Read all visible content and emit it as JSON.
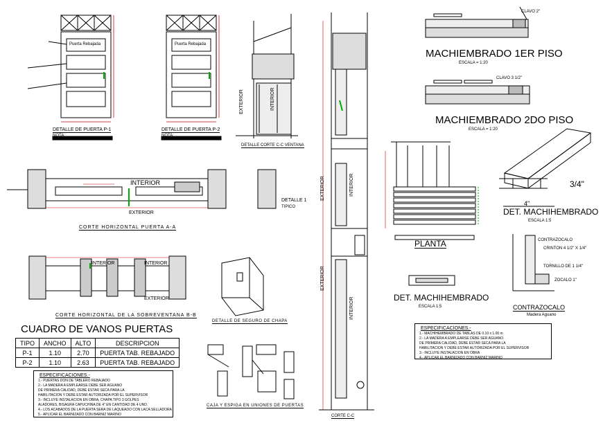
{
  "door_p1": {
    "label": "DETALLE DE PUERTA P-1",
    "note": "NOTA:",
    "panel_text": "Puerta Rebajada"
  },
  "door_p2": {
    "label": "DETALLE DE PUERTA P-2",
    "note": "NOTA:",
    "panel_text": "Puerta Rebajada"
  },
  "section_cc_window": {
    "exterior": "EXTERIOR",
    "interior": "INTERIOR",
    "label": "DETALLE CORTE C-C VENTANA"
  },
  "corte_cc": {
    "exterior_top": "EXTERIOR",
    "exterior_bottom": "EXTERIOR",
    "interior_top": "INTERIOR",
    "interior_bottom": "INTERIOR",
    "label": "CORTE C-C"
  },
  "corte_aa": {
    "interior": "INTERIOR",
    "exterior": "EXTERIOR",
    "label": "CORTE HORIZONTAL PUERTA A-A",
    "detail": "DETALLE 1",
    "detail_sub": "TIPICO"
  },
  "corte_bb": {
    "interior_left": "INTERIOR",
    "interior_right": "INTERIOR",
    "exterior": "EXTERIOR",
    "label": "CORTE HORIZONTAL DE LA SOBREVENTANA B-B"
  },
  "seguro": {
    "label": "DETALLE DE SEGURO DE CHAPA"
  },
  "caja": {
    "label": "CAJA Y ESPIGA EN UNIONES DE PUERTAS"
  },
  "mach1": {
    "title": "MACHIEMBRADO 1ER PISO",
    "scale": "ESCALA = 1:20",
    "callout": "CLAVO 2\""
  },
  "mach2": {
    "title": "MACHIEMBRADO 2DO PISO",
    "scale": "ESCALA = 1:20",
    "callout": "CLAVO 3 1/2\""
  },
  "det_mach": {
    "title": "DET. MACHIHEMBRADO",
    "scale": "ESCALA 1:5",
    "dim_thick": "3/4\"",
    "dim_width": "4\""
  },
  "planta": {
    "title": "PLANTA"
  },
  "det_mach2": {
    "title": "DET. MACHIHEMBRADO",
    "scale": "ESCALA 1:5"
  },
  "contrazocalo": {
    "title": "CONTRAZOCALO",
    "sub": "Madera Aguano",
    "label": "CONTRAZOCALO",
    "note1": "CRINTON 4 1/2\" X 1/4\"",
    "note2": "TORNILLO DE 1 1/4\"",
    "note3": "ZOCALO 1\""
  },
  "vanos_table": {
    "title": "CUADRO DE VANOS PUERTAS",
    "headers": [
      "TIPO",
      "ANCHO",
      "ALTO",
      "DESCRIPCION"
    ],
    "rows": [
      [
        "P-1",
        "1.10",
        "2.70",
        "PUERTA TAB. REBAJADO"
      ],
      [
        "P-2",
        "1.10",
        "2.63",
        "PUERTA TAB. REBAJADO"
      ]
    ]
  },
  "spec_left": {
    "title": "ESPECIFICACIONES.-",
    "lines": [
      "1.- PUERTAS DON DE TABLERO REBAJADO",
      "2.- LA MADERA A EMPLEARSE DEBE SER AGUANO",
      "     DE PRIMERA CALIDAD, DEBE ESTAR SECA PARA LA",
      "     HABILITACION Y DEBE ESTAR AUTORIZADA POR EL SUPERVISOR",
      "3.- INCLUYE INSTALACION EN OBRA, CHAPA TIPO 3 GOLPES",
      "     ALADORES, BISAGRA CAPUCHINA DE 4\" EN CANTIDAD DE 4 UND.",
      "4.- LOS ACABADOS DE LA PUERTA SERA DE LAQUEADO CON LACA SELLADORA",
      "5.- APLICAR EL BARNIZADO CON BARNIZ MARINO"
    ]
  },
  "spec_right": {
    "title": "ESPECIFICACIONES.-",
    "lines": [
      "1.- MACHIHEMBRADO DE TABLAS DE 0.10 x 1.00 m",
      "2.- LA MADERA A EMPLEARSE DEBE SER AGUANO",
      "     DE PRIMERA CALIDAD, DEBE ESTAR SECA PARA LA",
      "     HABILITACION Y DEBE ESTAR AUTORIZADA POR EL SUPERVISOR",
      "3.- INCLUYE INSTALACION EN OBRA",
      "4.- APLICAR EL BARNIZADO CON BARNIZ MARINO"
    ]
  },
  "colors": {
    "ink": "#000000",
    "dim_red": "#cc0000",
    "accent_green": "#00aa00",
    "hatch": "#333333"
  }
}
